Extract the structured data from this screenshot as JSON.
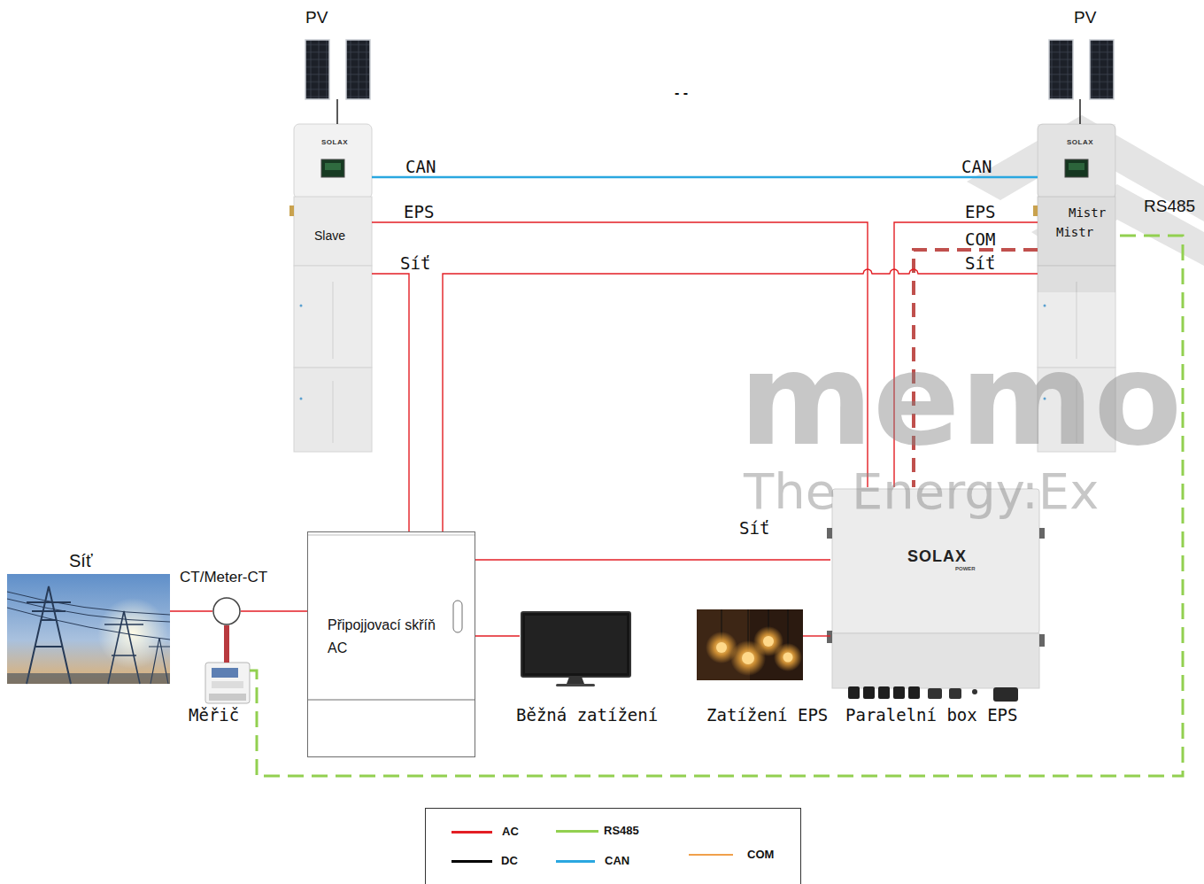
{
  "diagram": {
    "nodes": [
      {
        "text": [
          "PV"
        ]
      },
      {
        "text": [
          "PV"
        ]
      },
      {
        "text": [
          "SOLAX",
          "Slave"
        ]
      },
      {
        "text": [
          "SOLAX",
          "Mistr",
          "Mistr"
        ]
      },
      {
        "text": [
          "SOLAX",
          "POWER",
          "Paralelní box EPS"
        ]
      },
      {
        "text": [
          "Síť"
        ]
      },
      {
        "text": [
          "CT/Meter-CT"
        ]
      },
      {
        "text": [
          "Připojjovací skříň AC"
        ]
      },
      {
        "text": [
          "Běžná zatížení"
        ]
      },
      {
        "text": [
          "Zatížení EPS"
        ]
      },
      {
        "text": [
          "Měřič"
        ]
      }
    ],
    "edges": [
      {
        "from": 0,
        "to": 2,
        "arrow": "none"
      },
      {
        "from": 1,
        "to": 3,
        "arrow": "none"
      },
      {
        "from": 2,
        "to": 3,
        "arrow": "none"
      },
      {
        "from": 2,
        "to": 4,
        "arrow": "none"
      },
      {
        "from": 2,
        "to": 7,
        "arrow": "none"
      },
      {
        "from": 3,
        "to": 4,
        "arrow": "none"
      },
      {
        "from": 3,
        "to": 4,
        "arrow": "none"
      },
      {
        "from": 3,
        "to": 7,
        "arrow": "none"
      },
      {
        "from": 7,
        "to": 4,
        "label": "Síť",
        "arrow": "none"
      },
      {
        "from": 5,
        "to": 6,
        "arrow": "none"
      },
      {
        "from": 6,
        "to": 7,
        "arrow": "none"
      },
      {
        "from": 6,
        "to": 10,
        "arrow": "none"
      },
      {
        "from": 7,
        "to": 8,
        "arrow": "none"
      },
      {
        "from": 4,
        "to": 9,
        "arrow": "none"
      },
      {
        "from": 10,
        "to": 3,
        "arrow": "none"
      }
    ],
    "labels": [
      "- -",
      "CAN",
      "CAN",
      "EPS",
      "EPS",
      "COM",
      "Síť",
      "Síť",
      "RS485",
      "memo",
      "The Energy:Ex"
    ],
    "legend": [
      {
        "text": "AC",
        "color": "#e31e24"
      },
      {
        "text": "RS485",
        "color": "#92d050"
      },
      {
        "text": "DC",
        "color": "#000000"
      },
      {
        "text": "CAN",
        "color": "#2aa7e0"
      },
      {
        "text": "COM",
        "color": "#f0a04b"
      }
    ]
  }
}
